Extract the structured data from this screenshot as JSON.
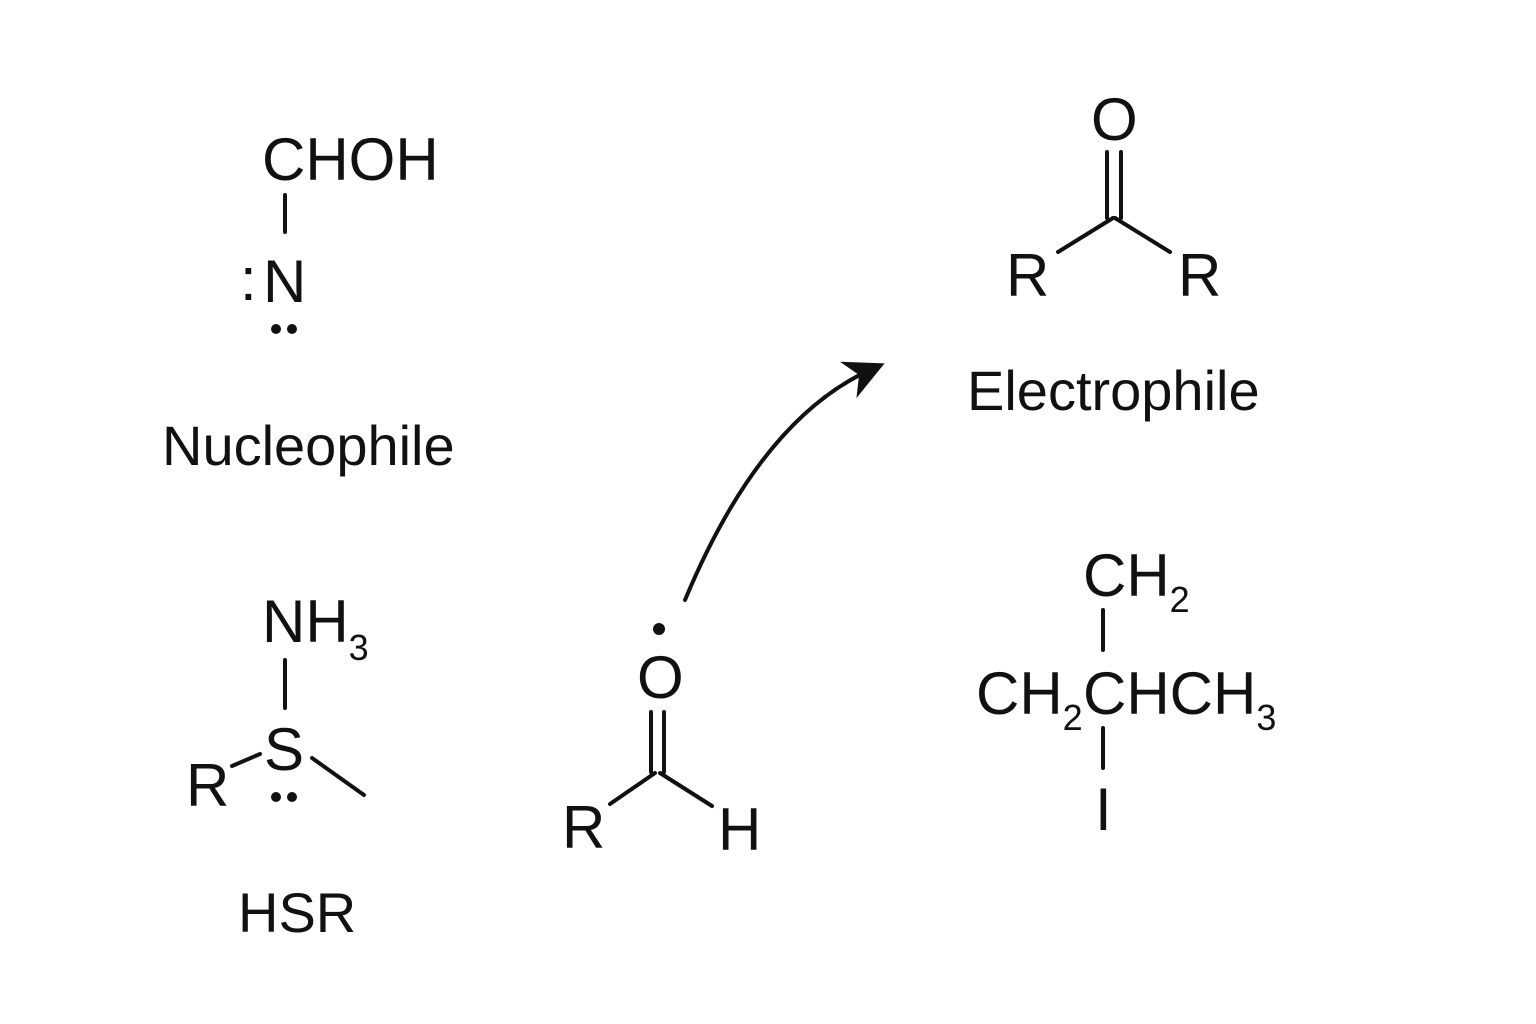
{
  "nucleophile_amine": {
    "top_group": "CHOH",
    "atom": "N",
    "lone_pair_left": ":",
    "caption": "Nucleophile"
  },
  "nucleophile_thiol": {
    "top_group": "NH",
    "top_group_sub": "3",
    "atom": "S",
    "substituent": "R",
    "caption": "HSR"
  },
  "aldehyde": {
    "atom_o": "O",
    "substituent_left": "R",
    "substituent_right": "H"
  },
  "electrophile_ketone": {
    "atom_o": "O",
    "substituent_left": "R",
    "substituent_right": "R",
    "caption": "Electrophile"
  },
  "electrophile_alkyl_iodide": {
    "top_group": "CH",
    "top_group_sub": "2",
    "left_group": "CH",
    "left_group_sub": "2",
    "center_group": "CHCH",
    "center_group_sub": "3",
    "bottom_atom": "I"
  },
  "colors": {
    "ink": "#111111",
    "background": "#ffffff"
  }
}
